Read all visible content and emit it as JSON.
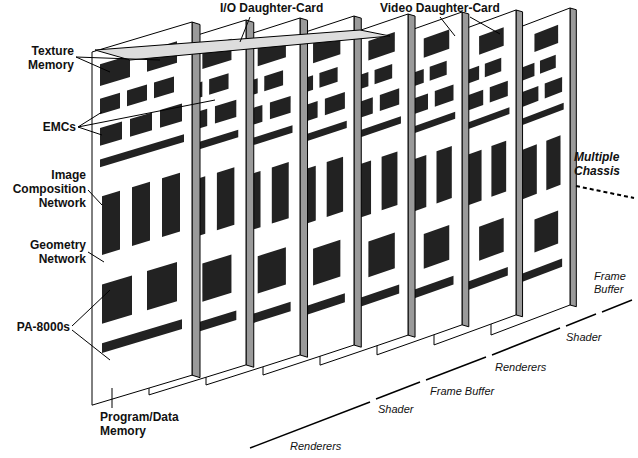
{
  "diagram": {
    "labels": [
      "I/O Daughter-Card",
      "Video Daughter-Card",
      "Texture Memory",
      "EMCs",
      "Multiple Chassis",
      "Image Composition Network",
      "Geometry Network",
      "PA-8000s",
      "Program/Data Memory",
      "Renderers",
      "Shader",
      "Frame Buffer",
      "Renderers",
      "Shader",
      "Frame Buffer"
    ]
  }
}
